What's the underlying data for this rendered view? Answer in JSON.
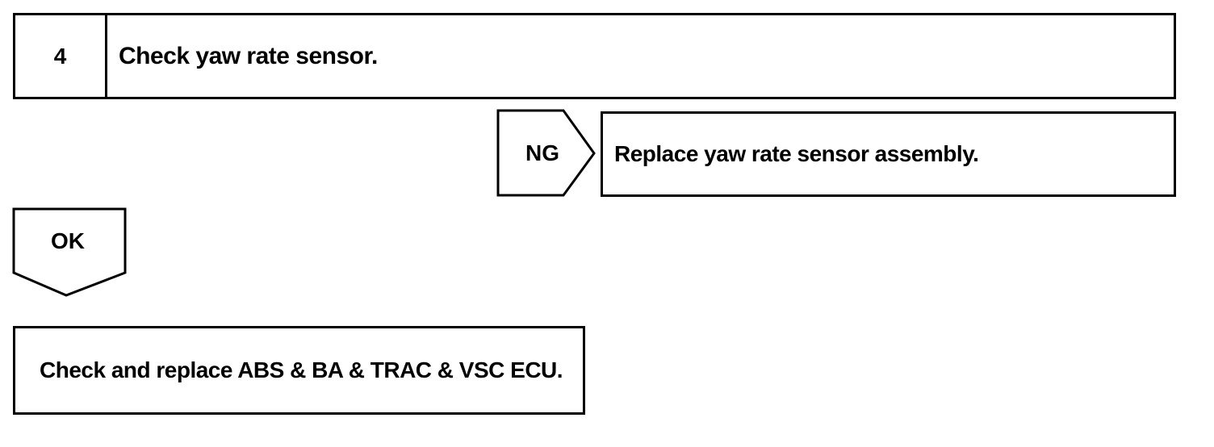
{
  "step": {
    "number": "4",
    "title": "Check yaw rate sensor."
  },
  "ng_branch": {
    "label": "NG",
    "action": "Replace yaw rate sensor assembly."
  },
  "ok_branch": {
    "label": "OK",
    "action": "Check and replace ABS & BA & TRAC & VSC ECU."
  }
}
